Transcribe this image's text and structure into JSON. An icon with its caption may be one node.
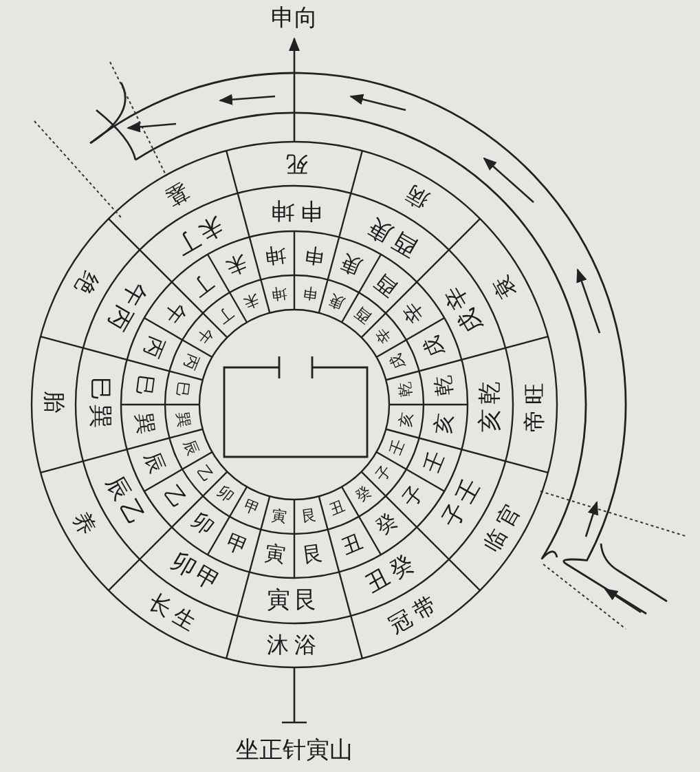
{
  "diagram": {
    "labels": [
      "申向",
      "死",
      "病",
      "衰",
      "帝旺",
      "临官",
      "冠带",
      "沐浴",
      "长生",
      "养",
      "胎",
      "绝",
      "墓",
      "申坤",
      "酉庚",
      "戌辛",
      "亥乾",
      "子壬",
      "丑癸",
      "寅艮",
      "卯甲",
      "辰乙",
      "巳巽",
      "午丙",
      "未丁",
      "申",
      "坤",
      "酉",
      "庚",
      "戌",
      "辛",
      "亥",
      "乾",
      "子",
      "壬",
      "丑",
      "癸",
      "寅",
      "艮",
      "卯",
      "甲",
      "辰",
      "乙",
      "巳",
      "巽",
      "午",
      "丙",
      "未",
      "丁",
      "申",
      "坤",
      "酉",
      "庚",
      "戌",
      "辛",
      "亥",
      "乾",
      "子",
      "壬",
      "丑",
      "癸",
      "寅",
      "艮",
      "卯",
      "甲",
      "辰",
      "乙",
      "巳",
      "巽",
      "午",
      "丙",
      "未",
      "丁",
      "坐正针寅山"
    ]
  }
}
